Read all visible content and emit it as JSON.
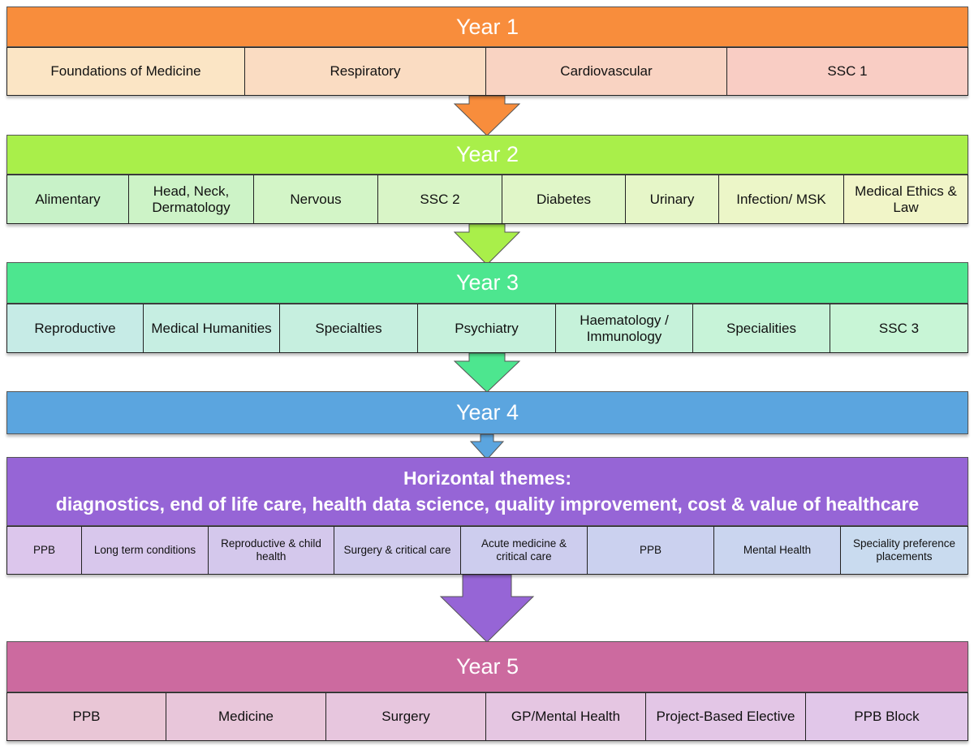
{
  "rows": [
    {
      "title": "Year 1",
      "color": "#f88d3c",
      "cells": [
        "Foundations of Medicine",
        "Respiratory",
        "Cardiovascular",
        "SSC 1"
      ],
      "cell_colors": [
        "#fbe5c5",
        "#fadcc2",
        "#f9d3c2",
        "#f9cdc4"
      ]
    },
    {
      "title": "Year 2",
      "color": "#a9ef4a",
      "cells": [
        "Alimentary",
        "Head, Neck, Dermatology",
        "Nervous",
        "SSC 2",
        "Diabetes",
        "Urinary",
        "Infection/ MSK",
        "Medical Ethics & Law"
      ],
      "cell_colors": [
        "#c8f2c8",
        "#cdf3c7",
        "#d3f5c7",
        "#d9f5c7",
        "#e0f6c8",
        "#e6f6c8",
        "#ecf6c8",
        "#f1f5c8"
      ]
    },
    {
      "title": "Year 3",
      "color": "#4de68f",
      "cells": [
        "Reproductive",
        "Medical Humanities",
        "Specialties",
        "Psychiatry",
        "Haematology / Immunology",
        "Specialities",
        "SSC 3"
      ],
      "cell_colors": [
        "#c6ebe6",
        "#c6eee2",
        "#c6efdf",
        "#c6f1dc",
        "#c6f2da",
        "#c7f3d8",
        "#c8f5d6"
      ]
    },
    {
      "title": "Year 4",
      "color": "#5ba5df",
      "cells": [],
      "cell_colors": []
    },
    {
      "title": "Horizontal themes:",
      "subtitle": "diagnostics, end of life care, health data science, quality improvement, cost & value of healthcare",
      "color": "#9665d6",
      "cells": [
        "PPB",
        "Long term conditions",
        "Reproductive & child health",
        "Surgery & critical care",
        "Acute medicine & critical care",
        "PPB",
        "Mental Health",
        "Speciality preference placements"
      ],
      "cell_colors": [
        "#dcc6ec",
        "#d8c7ec",
        "#d4c8ec",
        "#d0cbed",
        "#cdcdee",
        "#cbd1ef",
        "#cad5ef",
        "#c9dbef"
      ]
    },
    {
      "title": "Year 5",
      "color": "#cc6a9f",
      "cells": [
        "PPB",
        "Medicine",
        "Surgery",
        "GP/Mental Health",
        "Project-Based Elective",
        "PPB Block"
      ],
      "cell_colors": [
        "#e9c6d6",
        "#e8c6da",
        "#e7c6de",
        "#e5c6e2",
        "#e3c6e6",
        "#e1c7e9"
      ]
    }
  ],
  "arrow_colors": [
    "#f88d3c",
    "#a9ef4a",
    "#4de68f",
    "#5ba5df",
    "#9665d6"
  ]
}
